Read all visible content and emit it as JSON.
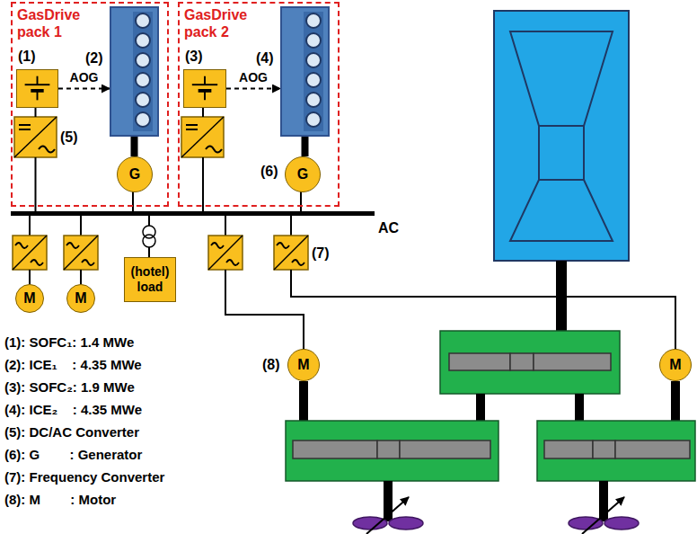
{
  "diagram": {
    "nodes": [
      {
        "text": [
          "GasDrive pack 1"
        ]
      },
      {
        "text": [
          "(1)"
        ],
        "in": 0
      },
      {
        "text": [
          "(2)"
        ],
        "in": 0
      },
      {
        "text": [
          "G"
        ],
        "in": 0
      },
      {
        "text": [
          "GasDrive pack 2"
        ]
      },
      {
        "text": [
          "(3)"
        ],
        "in": 4
      },
      {
        "text": [
          "(4)"
        ],
        "in": 4
      },
      {
        "text": [
          "G"
        ],
        "in": 4
      },
      {
        "text": [
          "M"
        ]
      },
      {
        "text": [
          "M"
        ]
      },
      {
        "text": [
          "(hotel) load"
        ]
      },
      {
        "text": [
          "M"
        ]
      },
      {
        "text": [
          "M"
        ]
      }
    ],
    "edges": [
      {
        "from": 1,
        "to": 2,
        "arrow": "to",
        "label": "AOG"
      },
      {
        "from": 2,
        "to": 3,
        "arrow": "none"
      },
      {
        "from": 5,
        "to": 6,
        "arrow": "to",
        "label": "AOG"
      },
      {
        "from": 6,
        "to": 7,
        "arrow": "none"
      }
    ],
    "labels": [
      "(5)",
      "(6)",
      "AC",
      "(7)",
      "(8)",
      "(1): SOFC₁: 1.4 MWe",
      "(2): ICE₁    : 4.35 MWe",
      "(3): SOFC₂: 1.9 MWe",
      "(4): ICE₂    : 4.35 MWe",
      "(5): DC/AC Converter",
      "(6): G        : Generator",
      "(7): Frequency Converter",
      "(8): M        : Motor"
    ]
  }
}
